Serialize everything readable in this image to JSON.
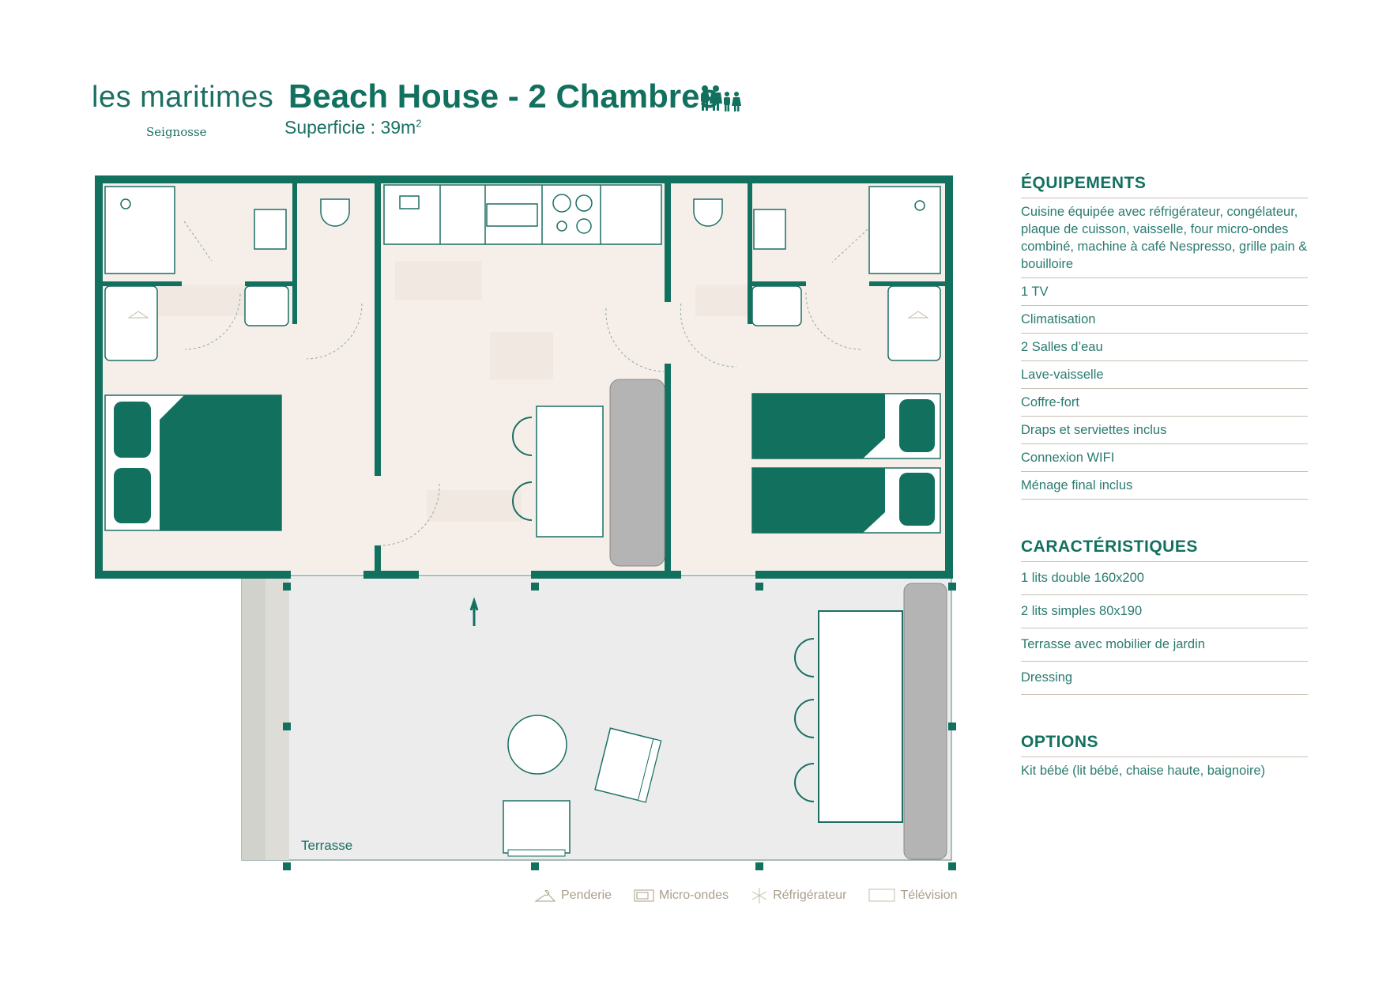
{
  "header": {
    "logo": "les maritimes",
    "logo_sub": "Seignosse",
    "title": "Beach House - 2 Chambres",
    "surface_label": "Superficie : 39m",
    "surface_sup": "2",
    "capacity_icon": "family-4-icon"
  },
  "plan": {
    "terrace_label": "Terrasse"
  },
  "equipements": {
    "title": "ÉQUIPEMENTS",
    "items": [
      "Cuisine équipée avec réfrigérateur, congélateur, plaque de cuisson, vaisselle, four micro-ondes combiné, machine à café Nespresso, grille pain & bouilloire",
      "1 TV",
      "Climatisation",
      "2 Salles d’eau",
      "Lave-vaisselle",
      "Coffre-fort",
      "Draps et serviettes inclus",
      "Connexion WIFI",
      "Ménage final inclus"
    ]
  },
  "caracteristiques": {
    "title": "CARACTÉRISTIQUES",
    "items": [
      "1 lits double 160x200",
      "2 lits simples 80x190",
      "Terrasse avec mobilier de jardin",
      "Dressing"
    ]
  },
  "options": {
    "title": "OPTIONS",
    "items": [
      "Kit bébé (lit bébé, chaise haute, baignoire)"
    ]
  },
  "legend": [
    {
      "icon": "hanger-icon",
      "label": "Penderie"
    },
    {
      "icon": "microwave-icon",
      "label": "Micro-ondes"
    },
    {
      "icon": "snowflake-icon",
      "label": "Réfrigérateur"
    },
    {
      "icon": "tv-icon",
      "label": "Télévision"
    }
  ],
  "colors": {
    "primary": "#12705f",
    "floor": "#f5ede6",
    "terrace": "#ececec",
    "legend": "#a99f8c"
  }
}
